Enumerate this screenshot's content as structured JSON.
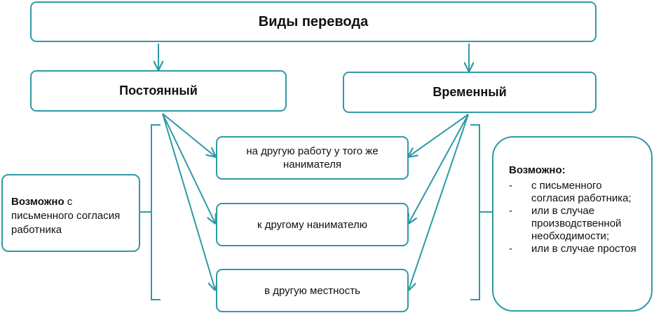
{
  "title": "Виды перевода",
  "permanent": "Постоянный",
  "temporary": "Временный",
  "targets": [
    "на другую работу у того же нанимателя",
    "к другому нанимателю",
    "в другую местность"
  ],
  "left_note": {
    "bold": "Возможно",
    "text": " с письменного согласия работника"
  },
  "right_note": {
    "bold": "Возможно:",
    "items": [
      "с письменного согласия работника;",
      "или в случае производственной необходимости;",
      "или в случае простоя"
    ]
  },
  "colors": {
    "accent": "#2e9aa5"
  }
}
